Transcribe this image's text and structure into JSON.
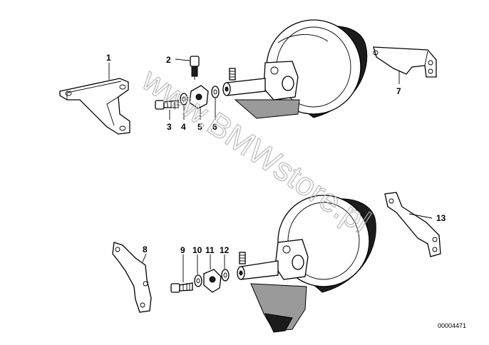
{
  "watermark": "www.BMWstore.pl",
  "document_number": "00004471",
  "callouts": {
    "c1": "1",
    "c2": "2",
    "c3": "3",
    "c4": "4",
    "c5": "5",
    "c6": "6",
    "c7": "7",
    "c8": "8",
    "c9": "9",
    "c10": "10",
    "c11": "11",
    "c12": "12",
    "c13": "13"
  }
}
